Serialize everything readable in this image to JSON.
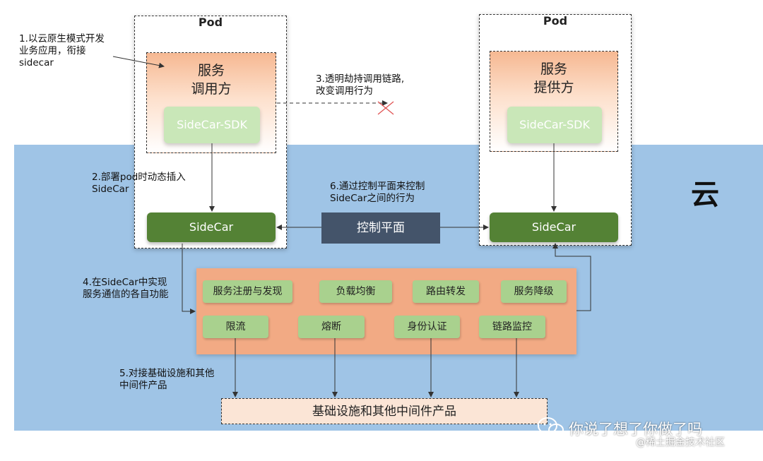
{
  "cloud_label": "云",
  "pods": {
    "left_title": "Pod",
    "right_title": "Pod"
  },
  "consumer": {
    "title_line1": "服务",
    "title_line2": "调用方",
    "sdk": "SideCar-SDK"
  },
  "provider": {
    "title_line1": "服务",
    "title_line2": "提供方",
    "sdk": "SideCar-SDK"
  },
  "sidecar_left": "SideCar",
  "sidecar_right": "SideCar",
  "control_plane": "控制平面",
  "features": [
    "服务注册与发现",
    "负载均衡",
    "路由转发",
    "服务降级",
    "限流",
    "熔断",
    "身份认证",
    "链路监控"
  ],
  "infra": "基础设施和其他中间件产品",
  "annotations": {
    "a1_line1": "1.以云原生模式开发",
    "a1_line2": "业务应用，衔接",
    "a1_line3": "sidecar",
    "a2_line1": "2.部署pod时动态插入",
    "a2_line2": "SideCar",
    "a3_line1": "3.透明劫持调用链路,",
    "a3_line2": "改变调用行为",
    "a4_line1": "4.在SideCar中实现",
    "a4_line2": "服务通信的各自功能",
    "a5_line1": "5.对接基础设施和其他",
    "a5_line2": "中间件产品",
    "a6_line1": "6.通过控制平面来控制",
    "a6_line2": "SideCar之间的行为"
  },
  "watermark": {
    "main": "你说了想了你做了吗",
    "sub": "@稀土掘金技术社区"
  }
}
